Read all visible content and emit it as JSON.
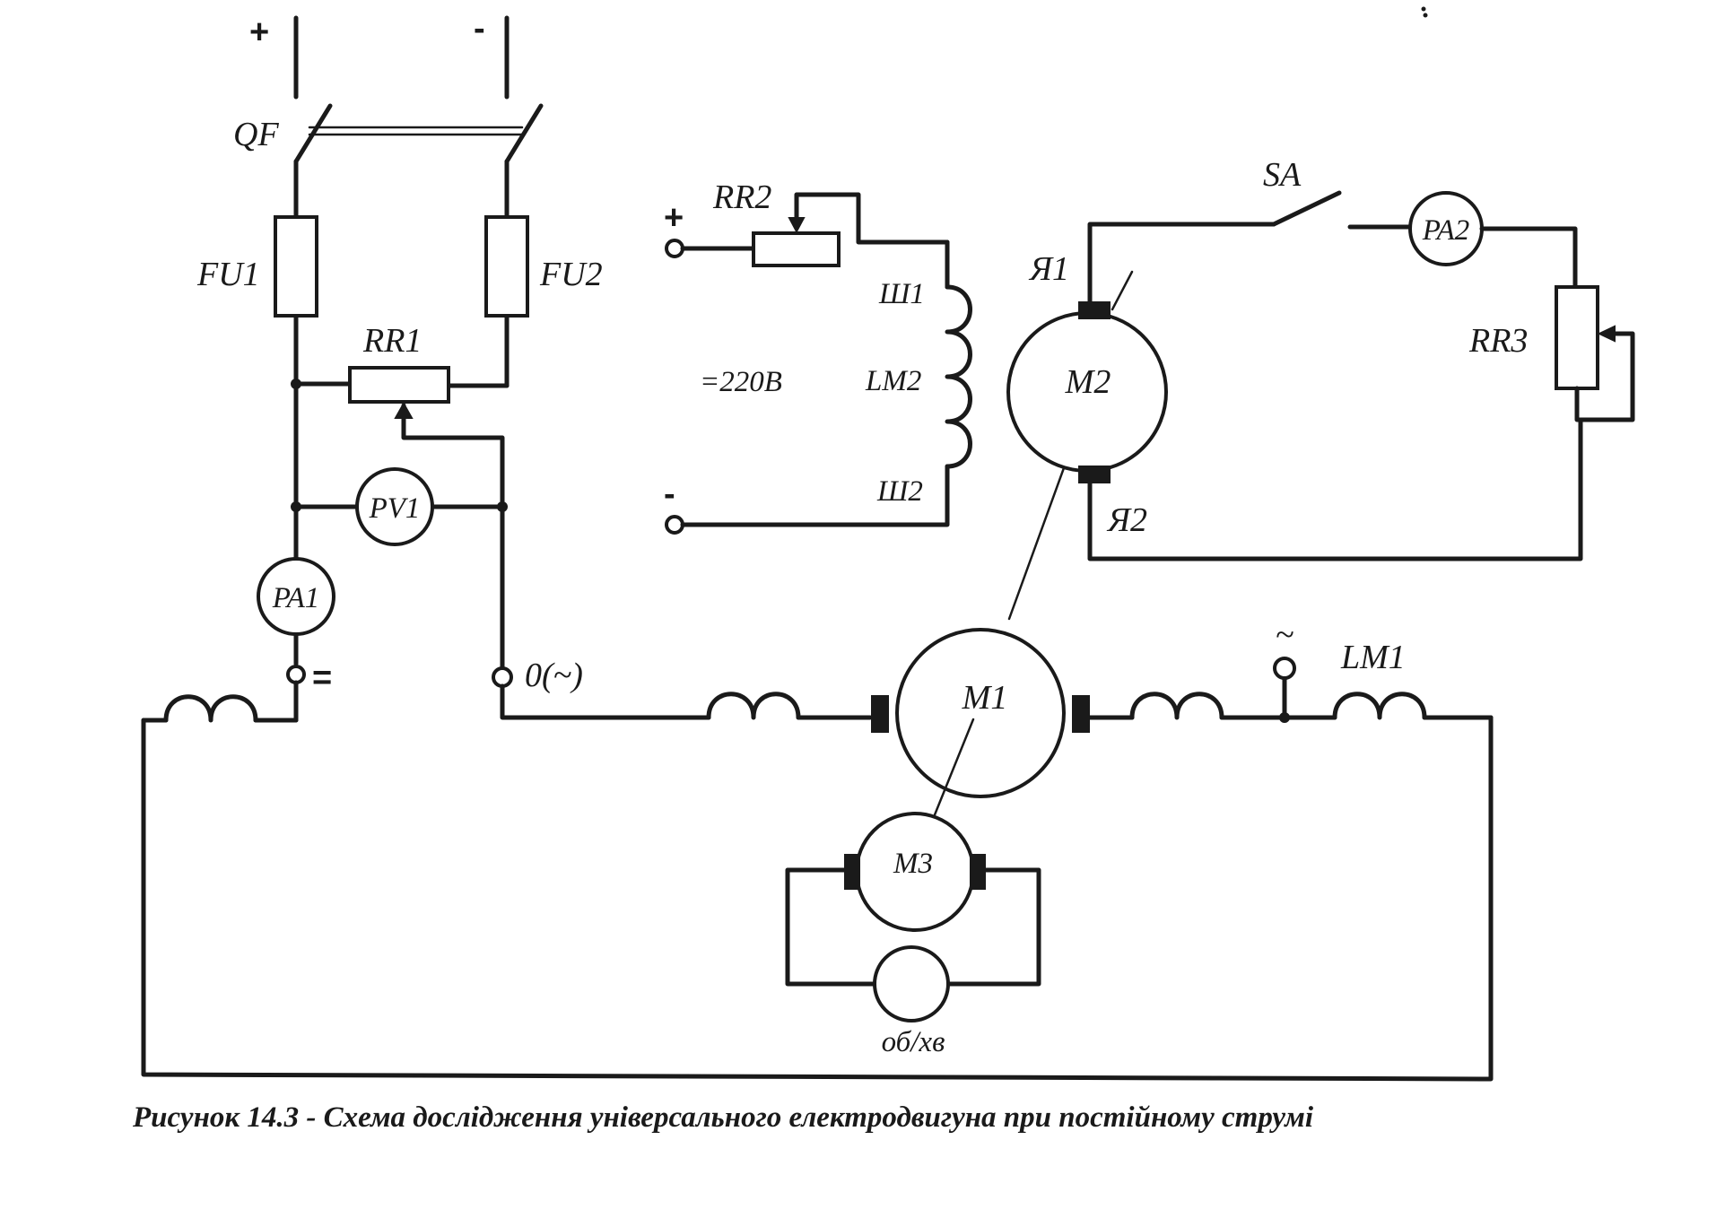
{
  "diagram": {
    "supply": {
      "plus": "+",
      "minus": "-"
    },
    "labels": {
      "qf": "QF",
      "fu1": "FU1",
      "fu2": "FU2",
      "rr1": "RR1",
      "pv1": "PV1",
      "pa1": "PA1",
      "dc_terminal": "=",
      "zero_terminal": "0(~)",
      "rr2": "RR2",
      "field_plus": "+",
      "field_minus": "-",
      "voltage": "=220В",
      "sh1": "Ш1",
      "lm2": "LM2",
      "sh2": "Ш2",
      "sa": "SA",
      "ya1": "Я1",
      "m2": "M2",
      "ya2": "Я2",
      "pa2": "PA2",
      "rr3": "RR3",
      "m1": "M1",
      "ac_terminal": "~",
      "lm1": "LM1",
      "m3": "M3",
      "rpm": "об/хв"
    },
    "caption": "Рисунок 14.3 - Схема дослідження універсального електродвигуна при постійному струмі"
  }
}
